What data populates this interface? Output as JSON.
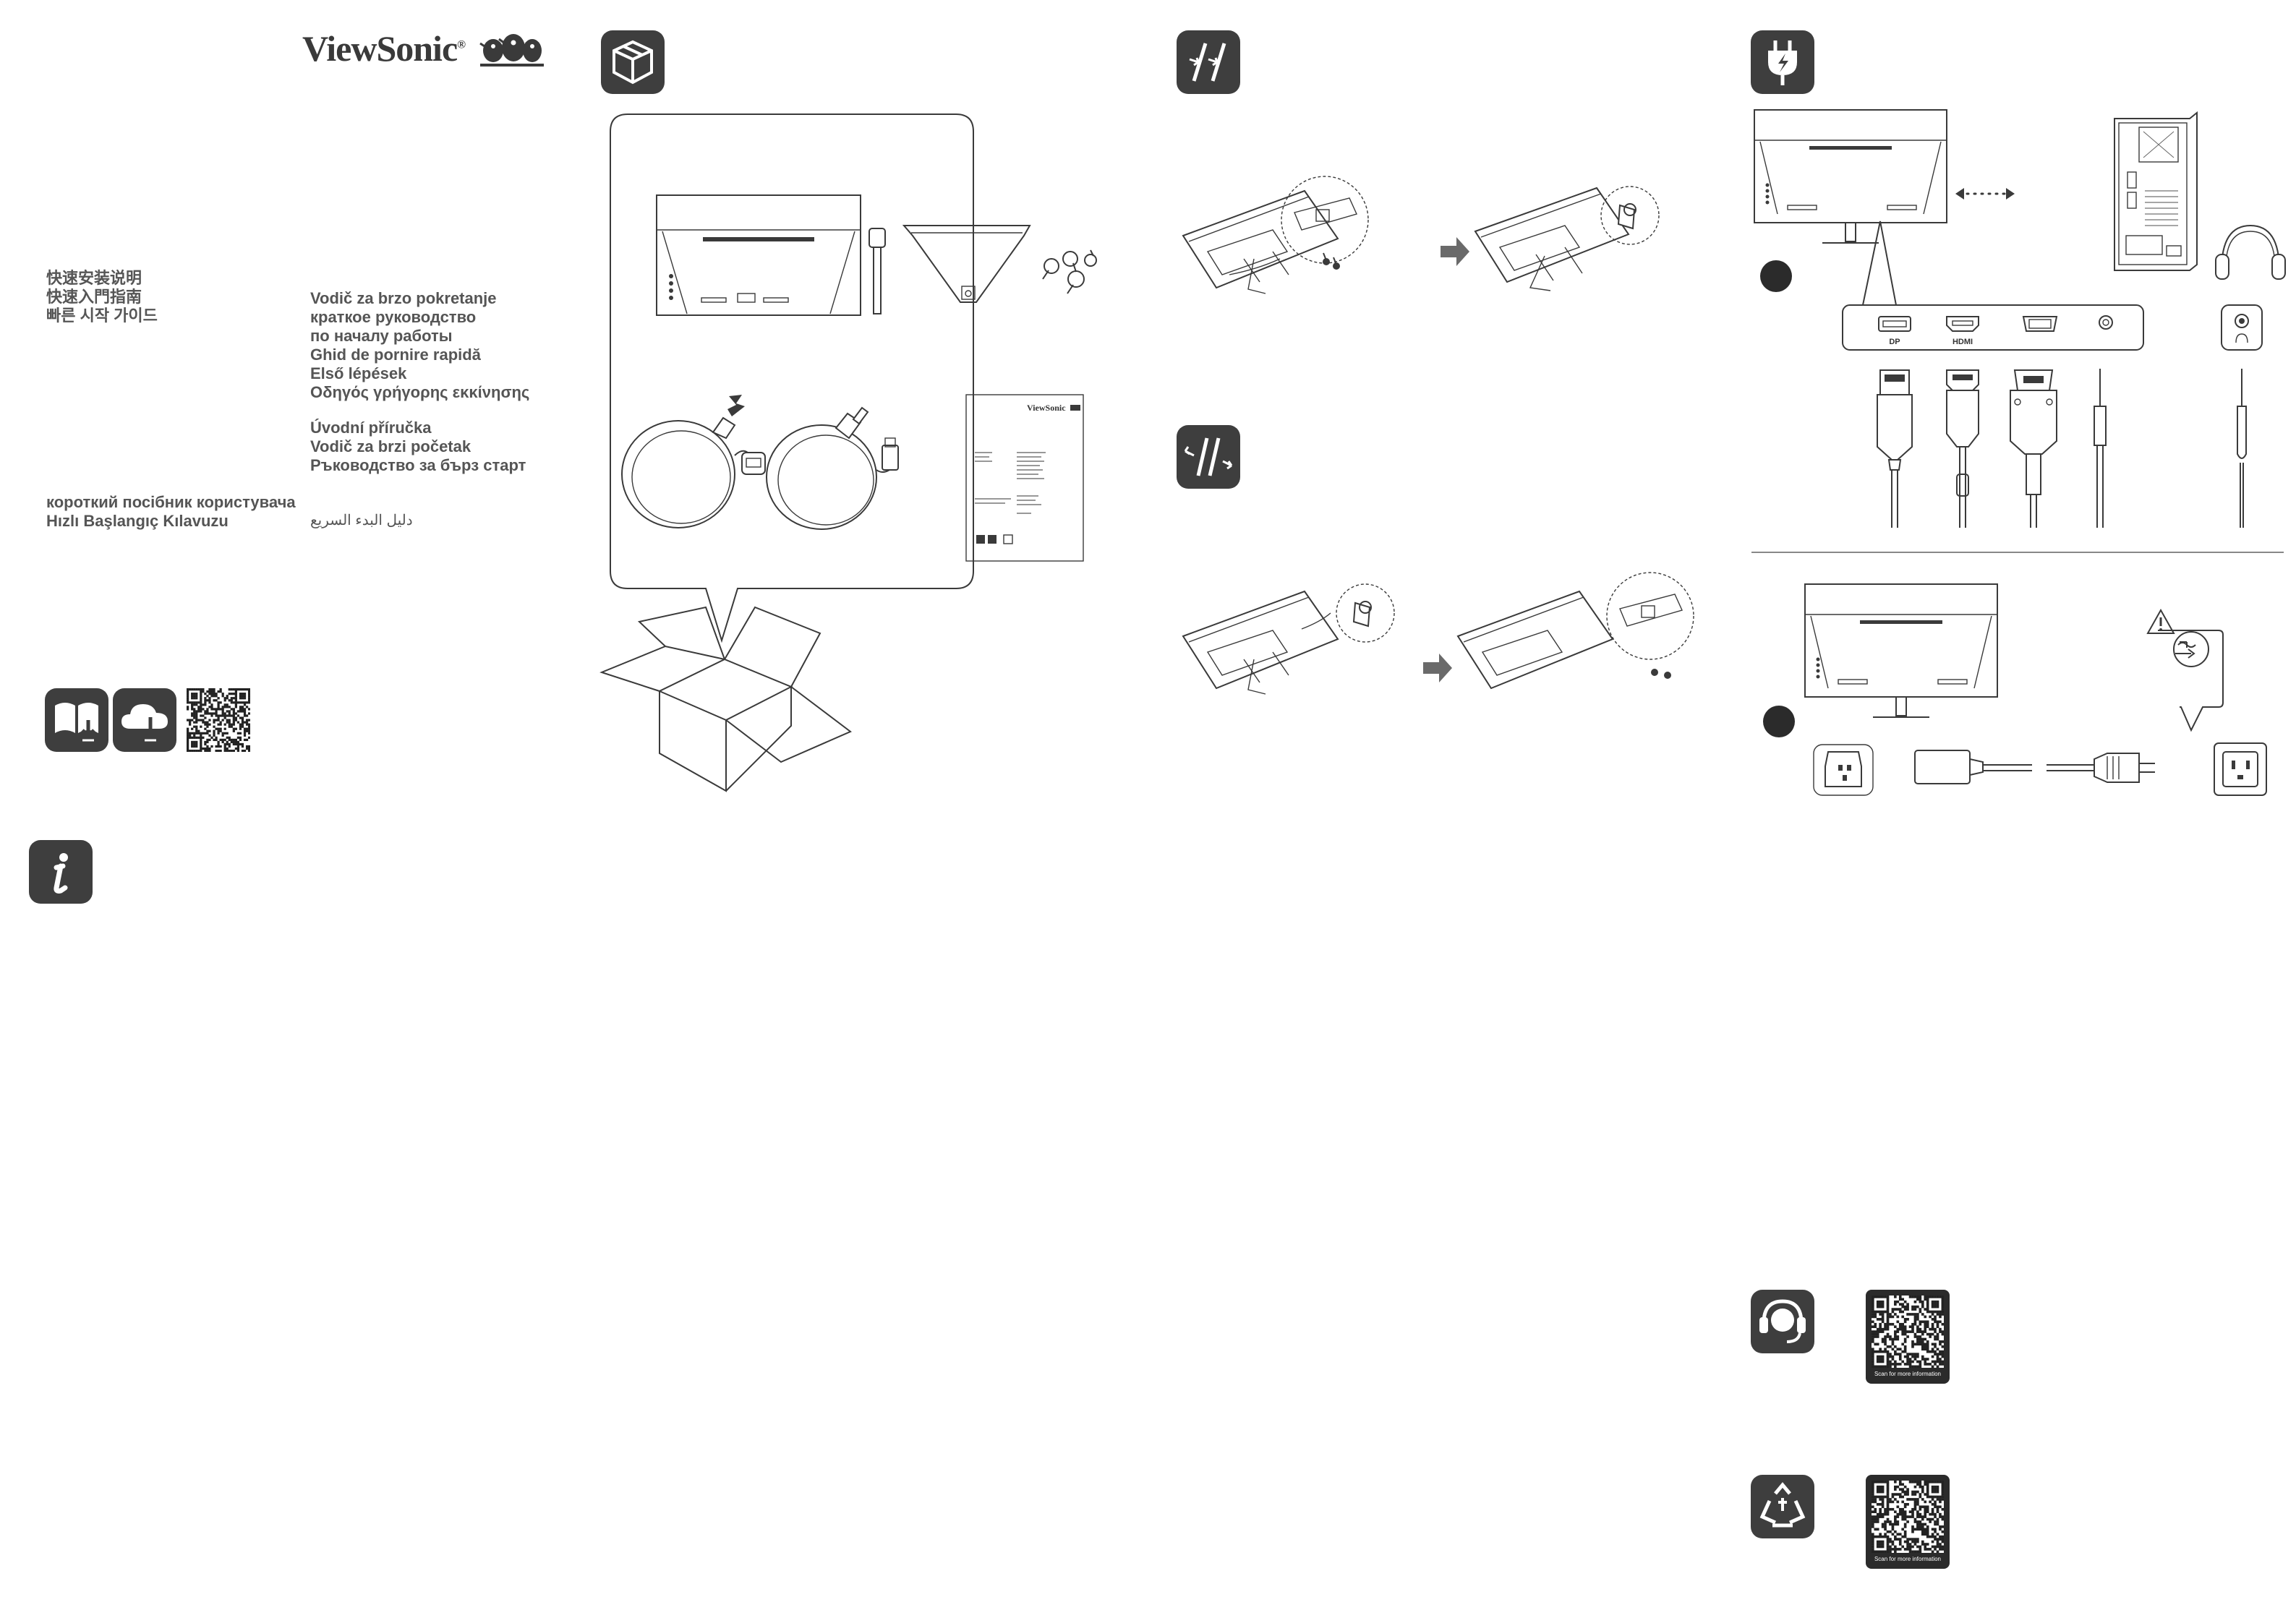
{
  "brand": {
    "name": "ViewSonic",
    "registered": "®"
  },
  "guide_titles_left": [
    "快速安装说明",
    "快速入門指南",
    "빠른 시작 가이드"
  ],
  "guide_titles_right_1": [
    "Vodič za brzo pokretanje",
    "краткое руководство",
    "по началу работы",
    "Ghid de pornire rapidă",
    "Első lépések",
    "Οδηγός γρήγορης εκκίνησης"
  ],
  "guide_titles_right_2": [
    "Úvodní příručka",
    "Vodič za brzi početak",
    "Ръководство за бърз старт"
  ],
  "guide_titles_bottom_left": [
    "короткий посібник користувача",
    "Hızlı Başlangıç Kılavuzu"
  ],
  "guide_title_arabic": "دليل البدء السريع",
  "icons": {
    "manual_download": "book-download-icon",
    "cloud_download": "cloud-download-icon",
    "info": "info-icon",
    "package": "package-icon",
    "stand_attach": "stand-attach-icon",
    "stand_detach": "stand-detach-icon",
    "power": "power-plug-icon",
    "support": "headset-support-icon",
    "recycle": "recycle-icon"
  },
  "ports": [
    "DP",
    "HDMI"
  ],
  "qr_caption": "Scan for more information",
  "colors": {
    "badge": "#3e3e3e",
    "ink": "#3a3a3a",
    "arrow": "#6a6a6a"
  }
}
